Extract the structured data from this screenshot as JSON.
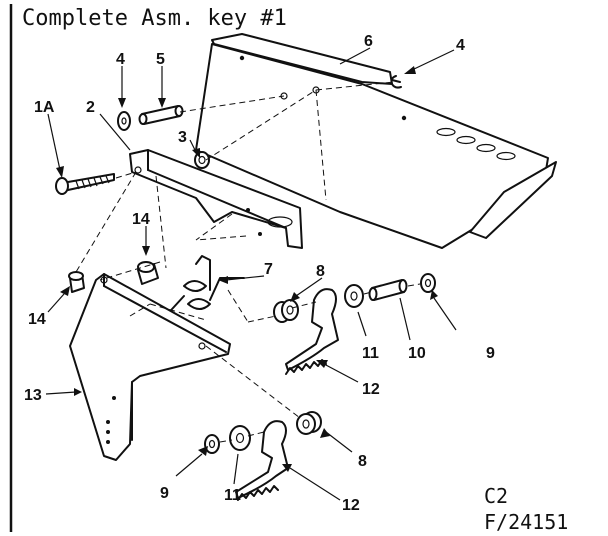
{
  "title": "Complete Asm. key #1",
  "footer": {
    "section": "C2",
    "figure": "F/24151"
  },
  "callouts": [
    {
      "id": "1A",
      "text": "1A"
    },
    {
      "id": "2",
      "text": "2"
    },
    {
      "id": "3",
      "text": "3"
    },
    {
      "id": "4a",
      "text": "4"
    },
    {
      "id": "4b",
      "text": "4"
    },
    {
      "id": "5",
      "text": "5"
    },
    {
      "id": "6",
      "text": "6"
    },
    {
      "id": "7",
      "text": "7"
    },
    {
      "id": "8a",
      "text": "8"
    },
    {
      "id": "8b",
      "text": "8"
    },
    {
      "id": "9a",
      "text": "9"
    },
    {
      "id": "9b",
      "text": "9"
    },
    {
      "id": "10",
      "text": "10"
    },
    {
      "id": "11a",
      "text": "11"
    },
    {
      "id": "11b",
      "text": "11"
    },
    {
      "id": "12a",
      "text": "12"
    },
    {
      "id": "12b",
      "text": "12"
    },
    {
      "id": "13",
      "text": "13"
    },
    {
      "id": "14a",
      "text": "14"
    },
    {
      "id": "14b",
      "text": "14"
    }
  ]
}
